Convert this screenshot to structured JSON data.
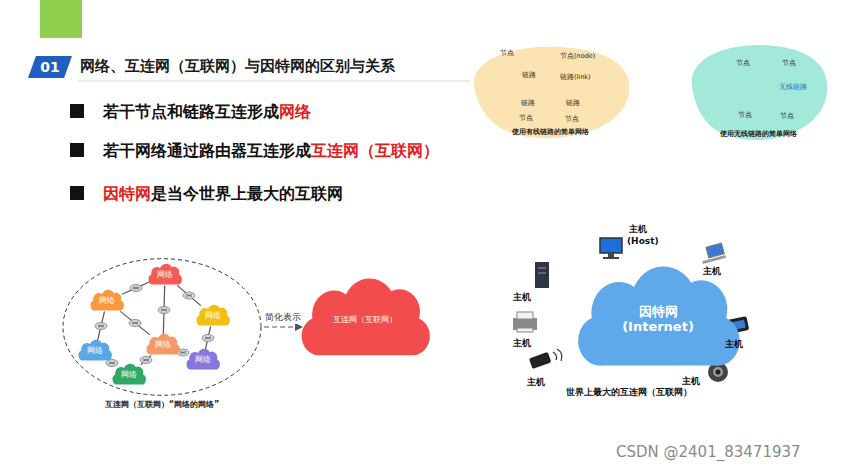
{
  "diagram": {
    "title": "网络、互连网（互联网）与因特网的区别与关系",
    "nodes": [
      {
        "text": [
          "01"
        ]
      },
      {
        "text": [
          "使用有线链路的简单网络"
        ]
      },
      {
        "text": [
          "使用无线链路的简单网络"
        ]
      },
      {
        "text": [
          "互连网（互联网）“网络的网络”"
        ]
      },
      {
        "text": [
          "网络"
        ],
        "in": 3
      },
      {
        "text": [
          "网络"
        ],
        "in": 3
      },
      {
        "text": [
          "网络"
        ],
        "in": 3
      },
      {
        "text": [
          "网络"
        ],
        "in": 3
      },
      {
        "text": [
          "网络"
        ],
        "in": 3
      },
      {
        "text": [
          "网络"
        ],
        "in": 3
      },
      {
        "text": [
          "网络"
        ],
        "in": 3
      },
      {
        "text": [
          "互连网（互联网）"
        ]
      },
      {
        "text": [
          "因特网",
          "(Internet)"
        ]
      }
    ],
    "edges": [
      {
        "from": 4,
        "to": 5,
        "arrow": "none"
      },
      {
        "from": 4,
        "to": 8,
        "arrow": "none"
      },
      {
        "from": 4,
        "to": 9,
        "arrow": "none"
      },
      {
        "from": 5,
        "to": 6,
        "arrow": "none"
      },
      {
        "from": 5,
        "to": 8,
        "arrow": "none"
      },
      {
        "from": 6,
        "to": 7,
        "arrow": "none"
      },
      {
        "from": 7,
        "to": 8,
        "arrow": "none"
      },
      {
        "from": 8,
        "to": 10,
        "arrow": "none"
      },
      {
        "from": 9,
        "to": 10,
        "arrow": "none"
      },
      {
        "from": 3,
        "to": 11,
        "label": "简化表示",
        "arrow": "to"
      }
    ],
    "labels": [
      "若干节点和链路互连形成",
      "网络",
      "若干网络通过路由器互连形成",
      "互连网（互联网）",
      "因特网",
      "是当今世界上最大的互联网",
      "节点",
      "节点(node)",
      "链路",
      "链路(link)",
      "链路",
      "链路",
      "节点",
      "节点",
      "节点",
      "节点",
      "无线链路",
      "节点",
      "节点",
      "主机",
      "(Host)",
      "主机",
      "主机",
      "主机",
      "主机",
      "主机",
      "主机",
      "世界上最大的互连网（互联网）",
      "CSDN @2401_83471937"
    ]
  }
}
